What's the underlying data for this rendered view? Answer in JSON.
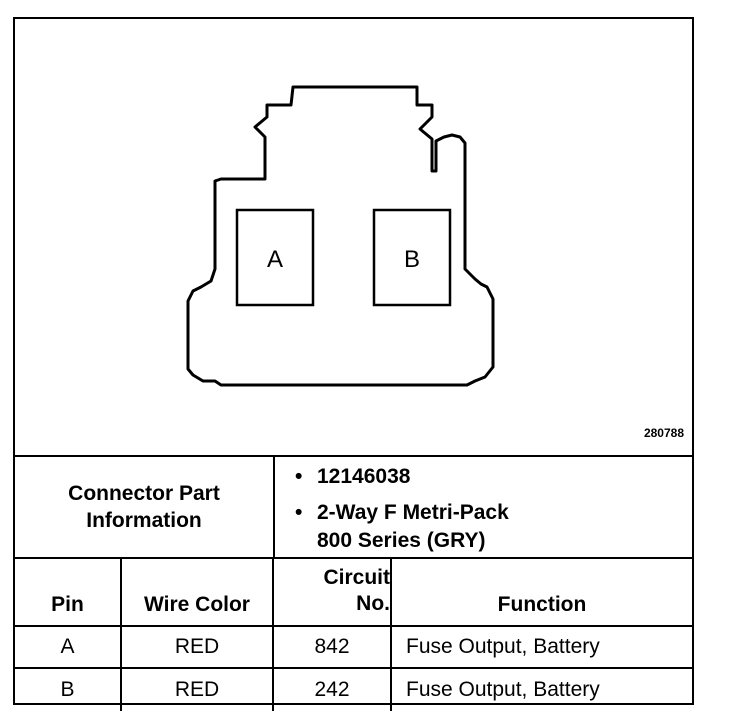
{
  "diagram": {
    "drawing_id": "280788",
    "cavity_a_label": "A",
    "cavity_b_label": "B"
  },
  "connector_info": {
    "label_line1": "Connector Part",
    "label_line2": "Information",
    "part_number": "12146038",
    "description_line1": "2-Way F Metri-Pack",
    "description_line2": "800 Series (GRY)",
    "bullet": "•"
  },
  "table": {
    "headers": {
      "pin": "Pin",
      "wire_color": "Wire Color",
      "circuit_line1": "Circuit",
      "circuit_line2": "No.",
      "function": "Function"
    },
    "rows": [
      {
        "pin": "A",
        "wire_color": "RED",
        "circuit": "842",
        "function": "Fuse Output, Battery"
      },
      {
        "pin": "B",
        "wire_color": "RED",
        "circuit": "242",
        "function": "Fuse Output, Battery"
      }
    ]
  }
}
